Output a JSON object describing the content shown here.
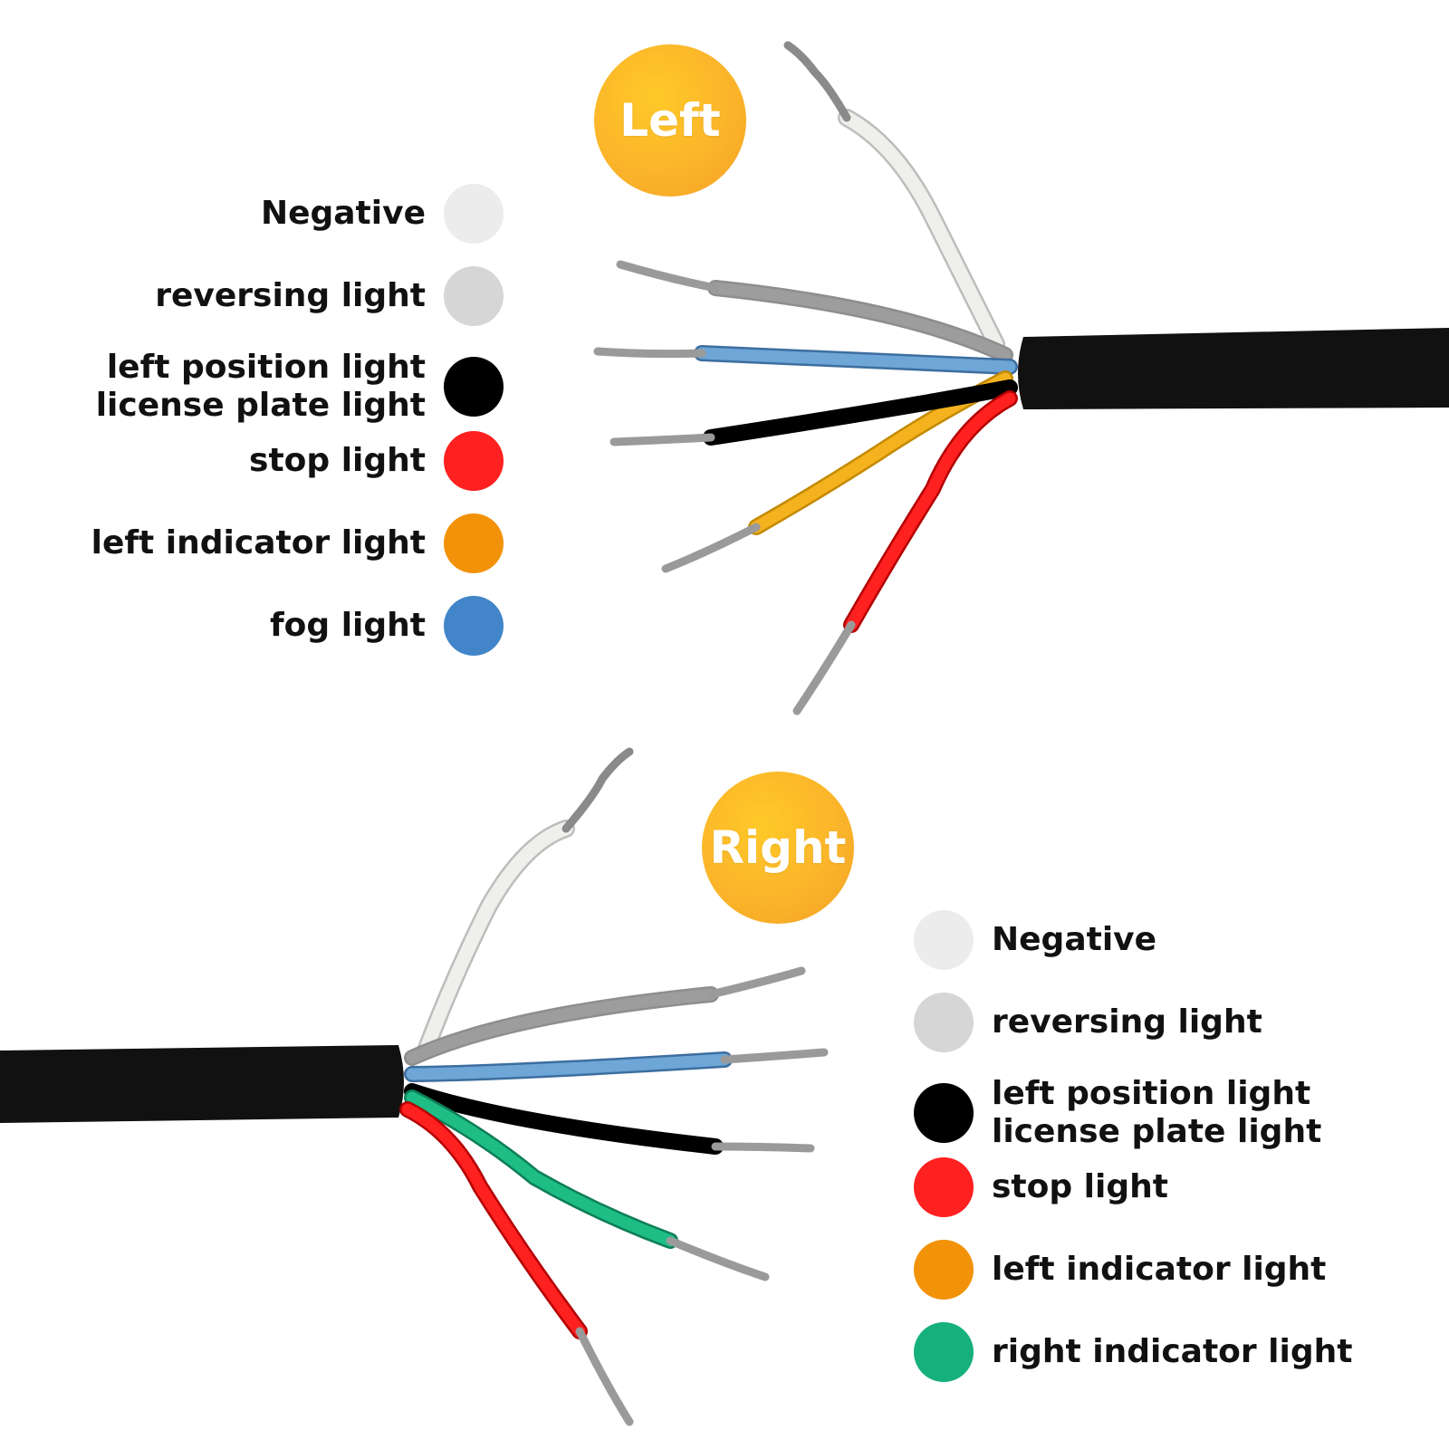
{
  "badges": {
    "left": "Left",
    "right": "Right"
  },
  "colors": {
    "white": "#ececec",
    "grey": "#d6d6d6",
    "black": "#000000",
    "red": "#ff2020",
    "orange": "#f29208",
    "blue": "#4285c8",
    "green": "#16b07c",
    "badge": "#fbb52a"
  },
  "left_legend": [
    {
      "label": "Negative",
      "color_key": "white"
    },
    {
      "label": "reversing light",
      "color_key": "grey"
    },
    {
      "label": "left position light",
      "label2": "license plate light",
      "color_key": "black"
    },
    {
      "label": "stop light",
      "color_key": "red"
    },
    {
      "label": "left indicator light",
      "color_key": "orange"
    },
    {
      "label": "fog light",
      "color_key": "blue"
    }
  ],
  "right_legend": [
    {
      "label": "Negative",
      "color_key": "white"
    },
    {
      "label": "reversing light",
      "color_key": "grey"
    },
    {
      "label": "left position light",
      "label2": "license plate light",
      "color_key": "black"
    },
    {
      "label": "stop light",
      "color_key": "red"
    },
    {
      "label": "left indicator light",
      "color_key": "orange"
    },
    {
      "label": "right indicator light",
      "color_key": "green"
    }
  ]
}
